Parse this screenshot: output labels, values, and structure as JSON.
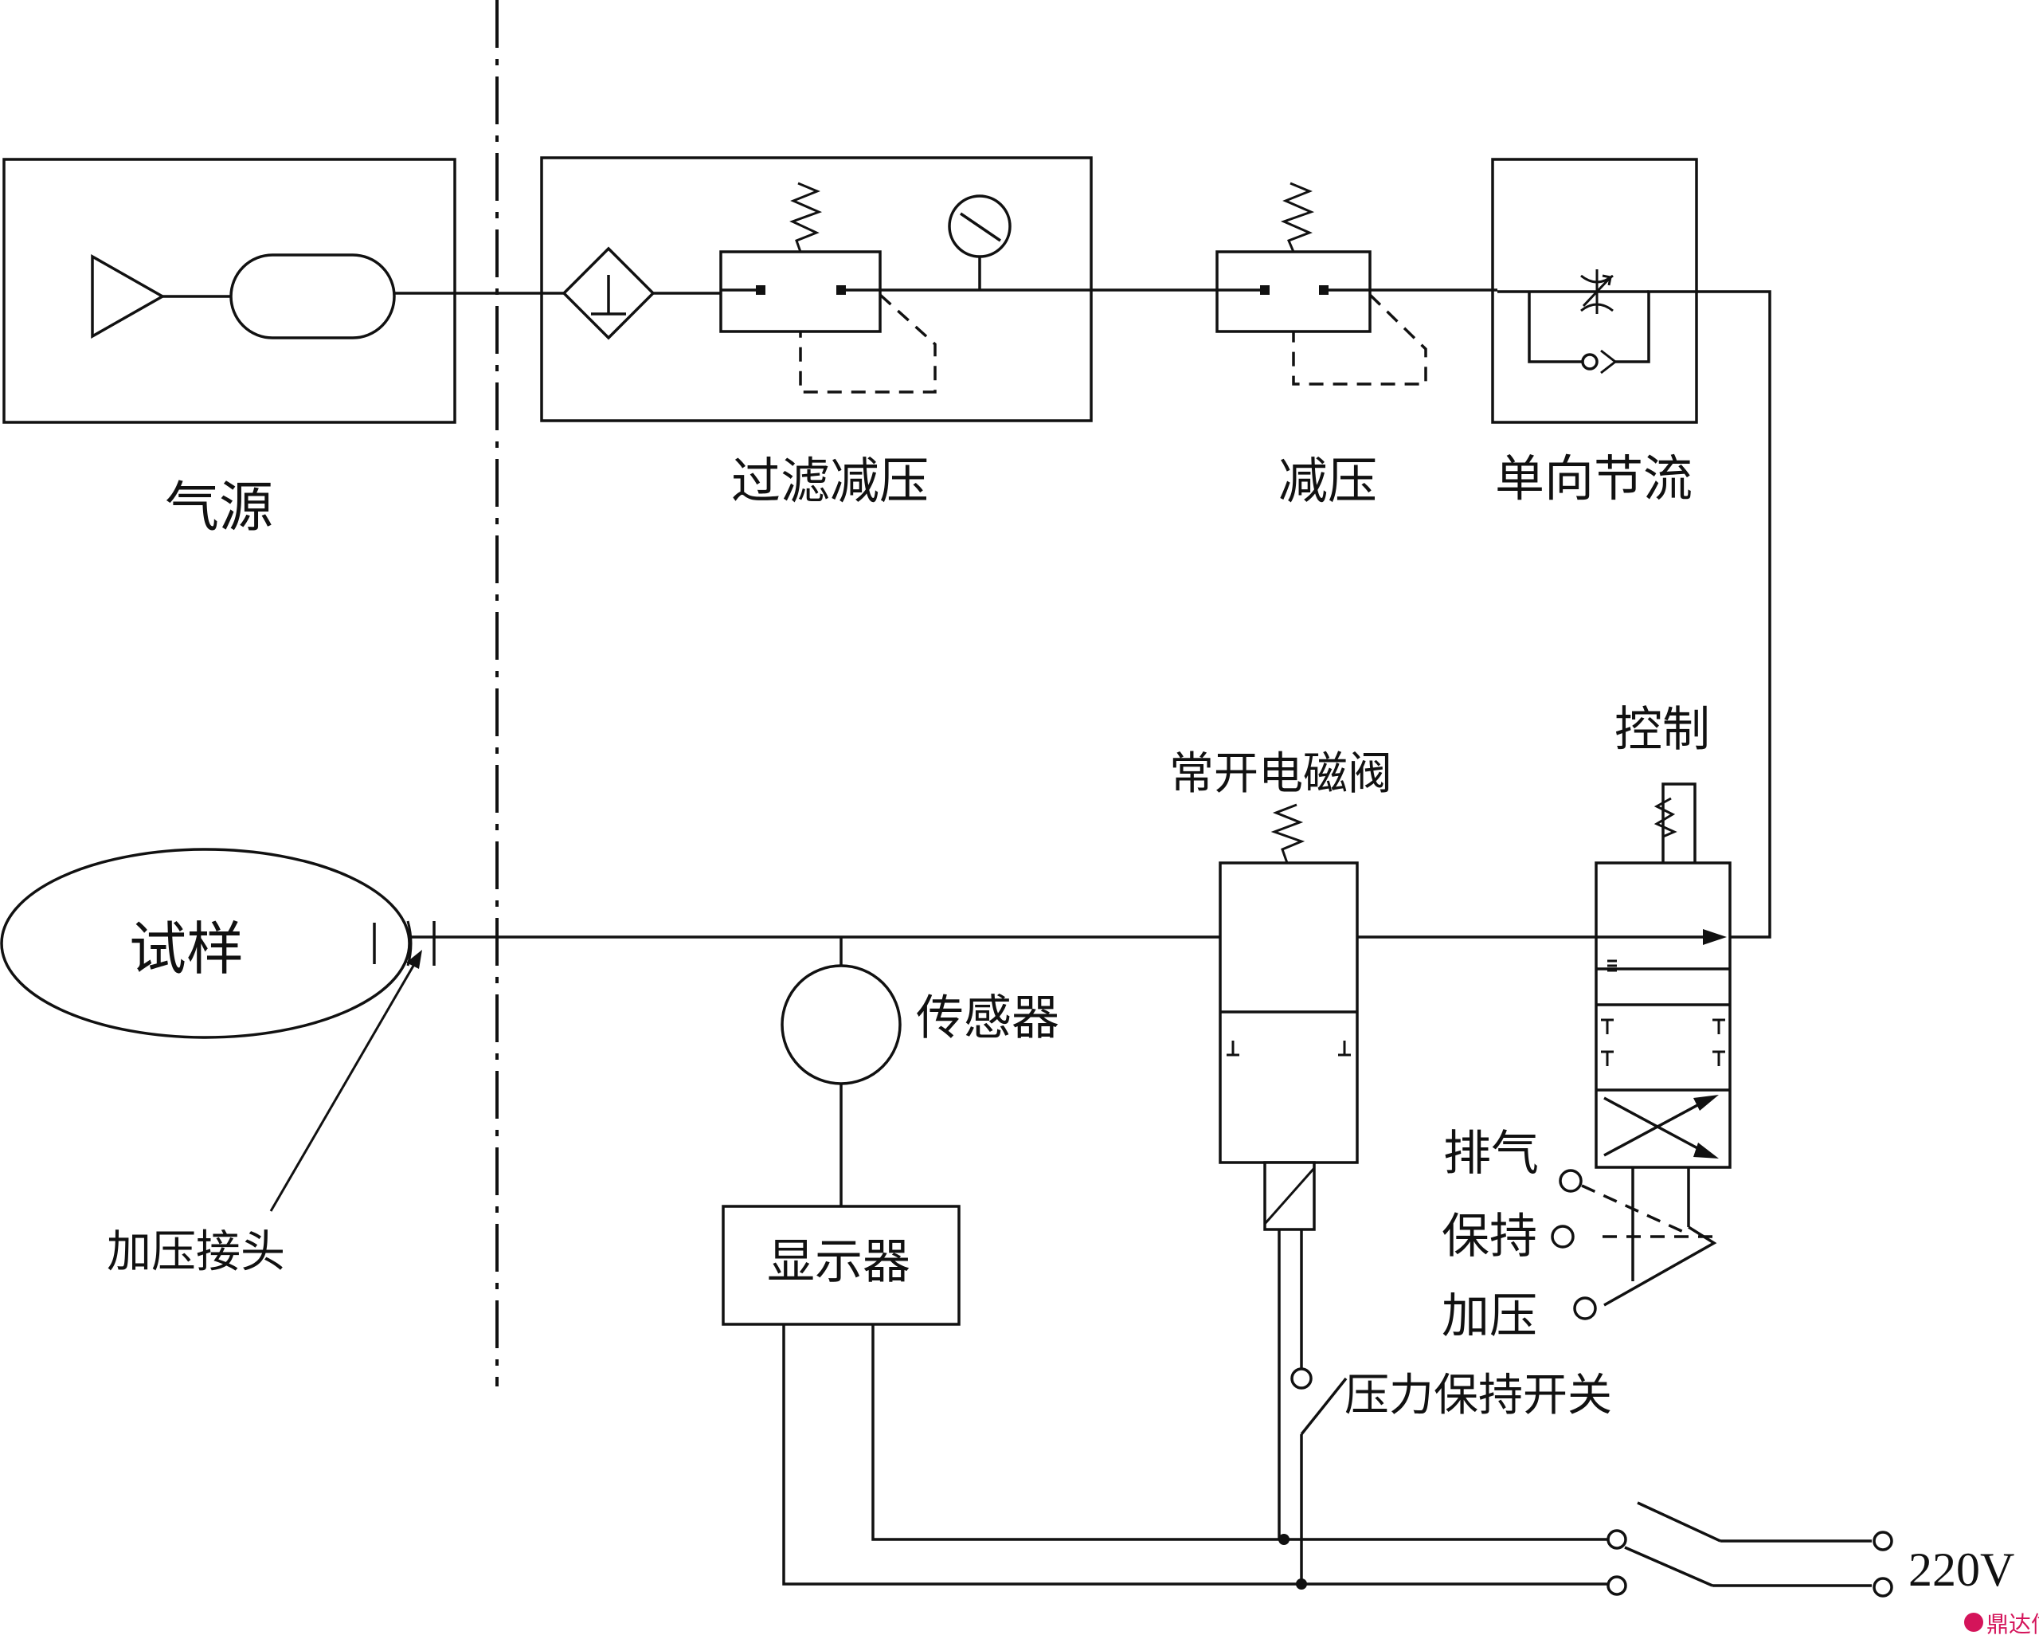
{
  "labels": {
    "air_source": "气源",
    "filter_regulator": "过滤减压",
    "regulator": "减压",
    "check_throttle": "单向节流",
    "control": "控制",
    "solenoid_valve": "常开电磁阀",
    "specimen": "试样",
    "sensor": "传感器",
    "display": "显示器",
    "pressure_joint": "加压接头",
    "exhaust": "排气",
    "hold": "保持",
    "pressurize": "加压",
    "pressure_hold_switch": "压力保持开关",
    "voltage": "220V",
    "watermark": "鼎达信"
  },
  "colors": {
    "line": "#111111",
    "background": "#ffffff",
    "watermark": "#d4145a"
  }
}
